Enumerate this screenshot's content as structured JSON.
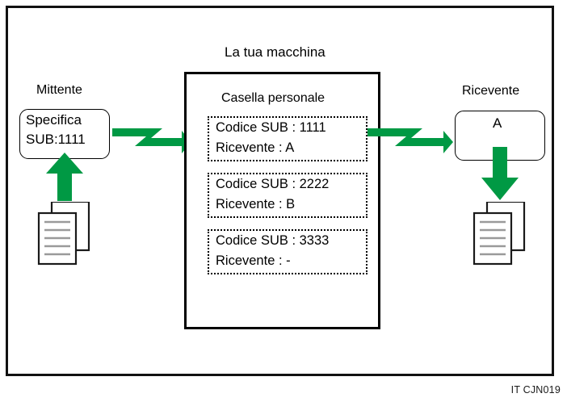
{
  "figure": {
    "caption": "IT CJN019",
    "accent_green": "#009944",
    "line_black": "#000000",
    "background": "#ffffff"
  },
  "title": {
    "machine_title": "La tua macchina"
  },
  "sender": {
    "label": "Mittente",
    "box_line1": "Specifica",
    "box_line2": "SUB:1111",
    "doc_icon": "document-stack-icon",
    "up_arrow_icon": "green-up-arrow-icon"
  },
  "machine": {
    "personal_box_heading": "Casella personale",
    "entries": [
      {
        "code_label": "Codice SUB : 1111",
        "recipient_label": "Ricevente : A"
      },
      {
        "code_label": "Codice SUB : 2222",
        "recipient_label": "Ricevente : B"
      },
      {
        "code_label": "Codice SUB : 3333",
        "recipient_label": "Ricevente : -"
      }
    ]
  },
  "receiver": {
    "label": "Ricevente",
    "box_value": "A",
    "doc_icon": "document-stack-icon",
    "down_arrow_icon": "green-down-arrow-icon"
  },
  "flows": [
    {
      "name": "sender-to-machine",
      "icon": "green-zigzag-arrow-right-icon"
    },
    {
      "name": "machine-to-receiver",
      "icon": "green-zigzag-arrow-right-icon"
    }
  ]
}
